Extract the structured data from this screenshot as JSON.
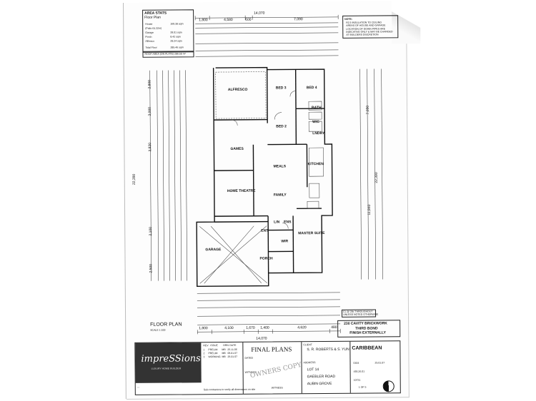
{
  "area_stats": {
    "title": "AREA STATS",
    "subtitle": "Floor Plan",
    "rows": [
      {
        "label": "House",
        "value": "169.38 sqm"
      },
      {
        "label": "(Patio 64.32m)",
        "value": ""
      },
      {
        "label": "Garage",
        "value": "39.01 sqm"
      },
      {
        "label": "Porch",
        "value": "8.42 sqm"
      },
      {
        "label": "Alfresco",
        "value": "28.24 sqm"
      },
      {
        "label": "Total Floor",
        "value": "285.46 sqm"
      }
    ],
    "roof_area": "ROOF AREA (ON PLATE) 286.50 m²"
  },
  "note": {
    "title": "NOTE:",
    "lines": [
      "R2.5 INSULATION TO CEILING",
      "AREAS OF HOUSE AND GARAGE",
      "LOCATION OF DOWN PIPES ARE",
      "INDICATIVE ONLY & MAY BE CHANGED",
      "AT BUILDERS DISCRETION"
    ]
  },
  "dimensions": {
    "top_total": "14,070",
    "top_parts": [
      "1,800",
      "4,580",
      "600",
      "7,090"
    ],
    "bottom_total": "14,070",
    "bottom_parts": [
      "1,800",
      "4,100",
      "1,670",
      "1,400",
      "4,620",
      "480"
    ],
    "left_parts": [
      "2,800",
      "3,000",
      "3,820",
      "2,100",
      "2,500",
      "22,390"
    ],
    "right_parts": [
      "7,090",
      "22,390",
      "11,840"
    ]
  },
  "rooms": {
    "alfresco": "ALFRESCO",
    "bed3": "BED 3",
    "bed4": "BED 4",
    "bed2": "BED 2",
    "bath": "BATH",
    "wc": "W/C",
    "lndry": "LNDRY",
    "games": "GAMES",
    "meals": "MEALS",
    "kitchen": "KITCHEN",
    "home_theatre": "HOME THEATRE",
    "family": "FAMILY",
    "garage": "GARAGE",
    "ent": "ENT",
    "master_suite": "MASTER SUITE",
    "porch": "PORCH",
    "wir": "WIR",
    "lin": "LIN",
    "ens": "ENS"
  },
  "floor_plan_label": "FLOOR PLAN",
  "scale_label": "SCALE 1:100",
  "finish_box": [
    "230 CAVITY BRICKWORK",
    "THIRD BOND",
    "FINISH EXTERNALLY"
  ],
  "ceiling_note": [
    "CL @ 28c THROUGHOUT",
    "UNLESS NOTED OTHERWISE"
  ],
  "title_block": {
    "company": "impreSSions",
    "tagline": "LUXURY HOME BUILDER",
    "drawing_title": "FINAL PLANS",
    "dated": "DATED",
    "witness": "WITNESS",
    "client_label": "CLIENT",
    "client": "S. R. ROBERTS & S. YUN",
    "address_label": "ADDRESS",
    "address": [
      "LOT 14",
      "GAEBLER ROAD",
      "AUBIN GROVE"
    ],
    "model": "CARIBBEAN",
    "job": "0104",
    "date1": "25.01.07",
    "ref": "493.26.01",
    "rev": "10731",
    "sheet": "1 OF 5",
    "watermark": "OWNERS COPY",
    "footer_note": "Sub-contractors to verify all dimensions on site"
  },
  "revisions": {
    "headers": [
      "REV",
      "ISSUE",
      "DRN",
      "DATE"
    ],
    "rows": [
      [
        "1",
        "PRELIM",
        "MB",
        "25.11.06"
      ],
      [
        "2",
        "PRELIM",
        "MB",
        "05.01.07"
      ],
      [
        "3",
        "WORKING",
        "MB",
        "25.01.07"
      ]
    ]
  }
}
